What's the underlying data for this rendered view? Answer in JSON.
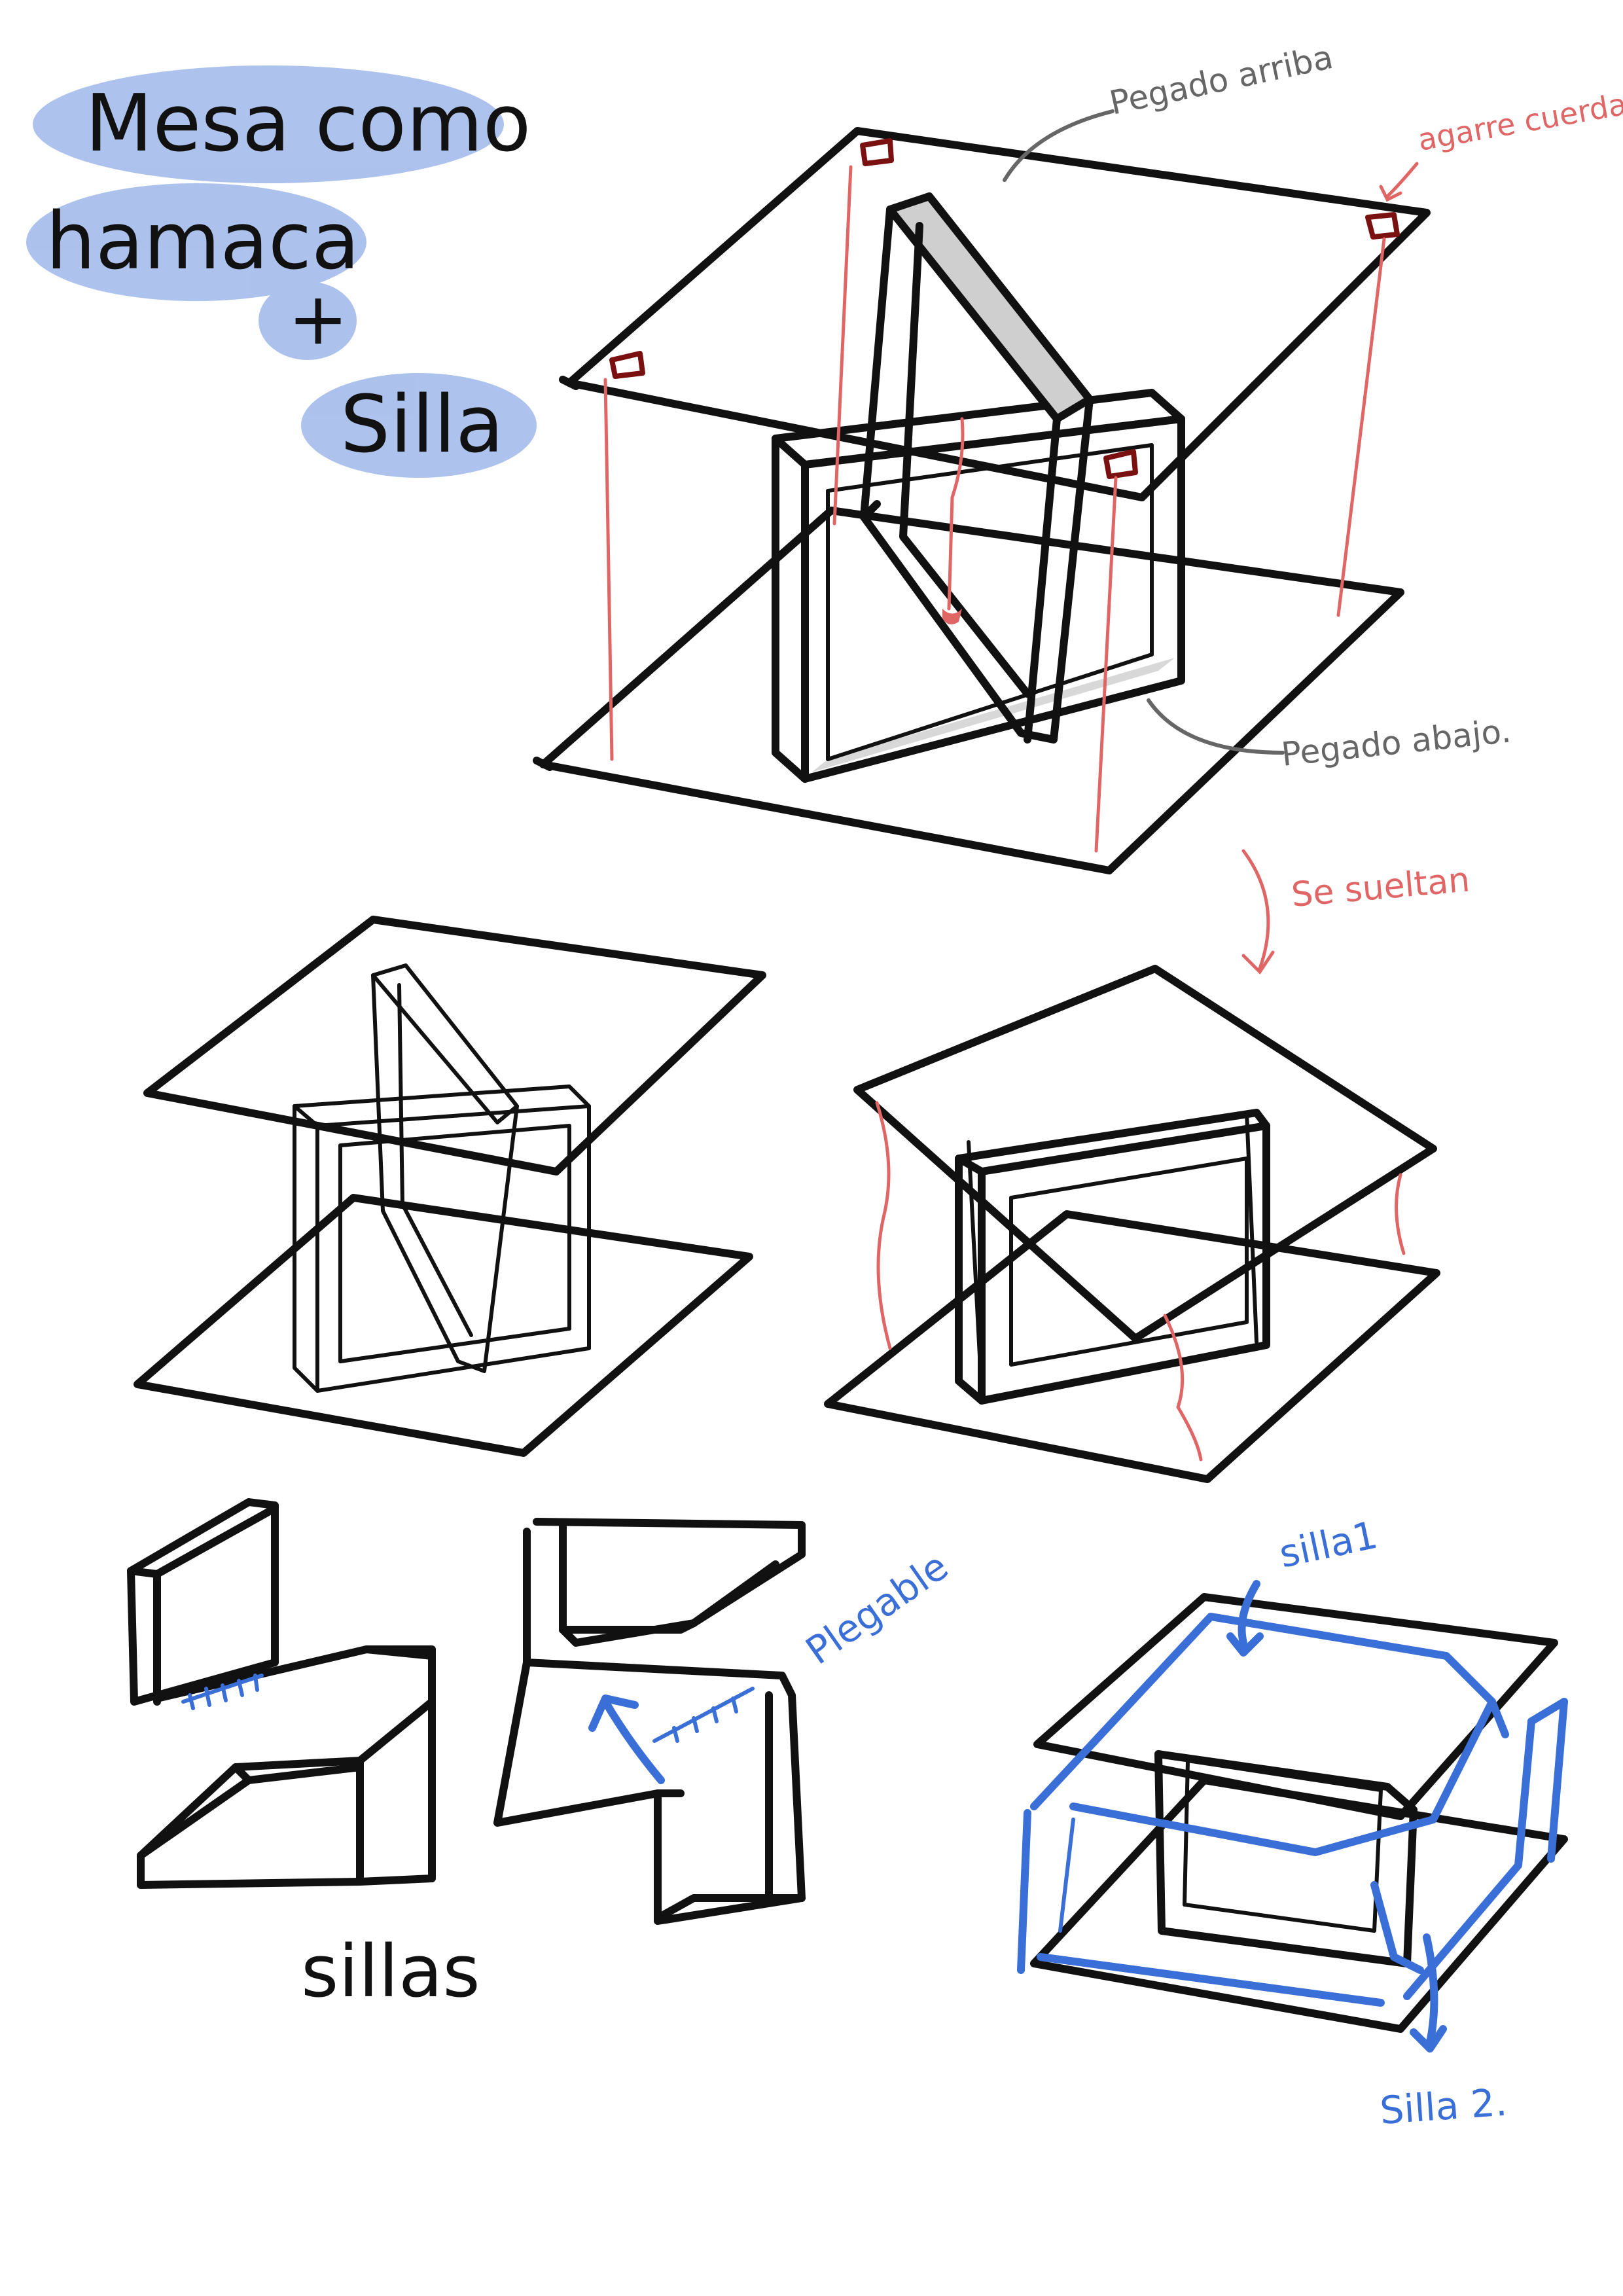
{
  "title_block": {
    "line1": "Mesa como",
    "line2": "hamaca",
    "plus": "+",
    "line3": "Silla"
  },
  "annotations": {
    "pegado_arriba": "Pegado arriba",
    "agarre_cuerdas": "agarre cuerdas",
    "pegado_abajo": "Pegado abajo.",
    "se_sueltan": "Se sueltan",
    "plegable": "Plegable",
    "silla1": "silla1",
    "silla2": "Silla 2.",
    "sillas": "sillas"
  },
  "colors": {
    "ink": "#111111",
    "rope_red": "#e06666",
    "handle_dark_red": "#7a1010",
    "title_wash_blue": "#9fb7ea",
    "blue_pen": "#3a6fd8",
    "shading_gray": "#d8d8d8",
    "leader_gray": "#666666"
  }
}
